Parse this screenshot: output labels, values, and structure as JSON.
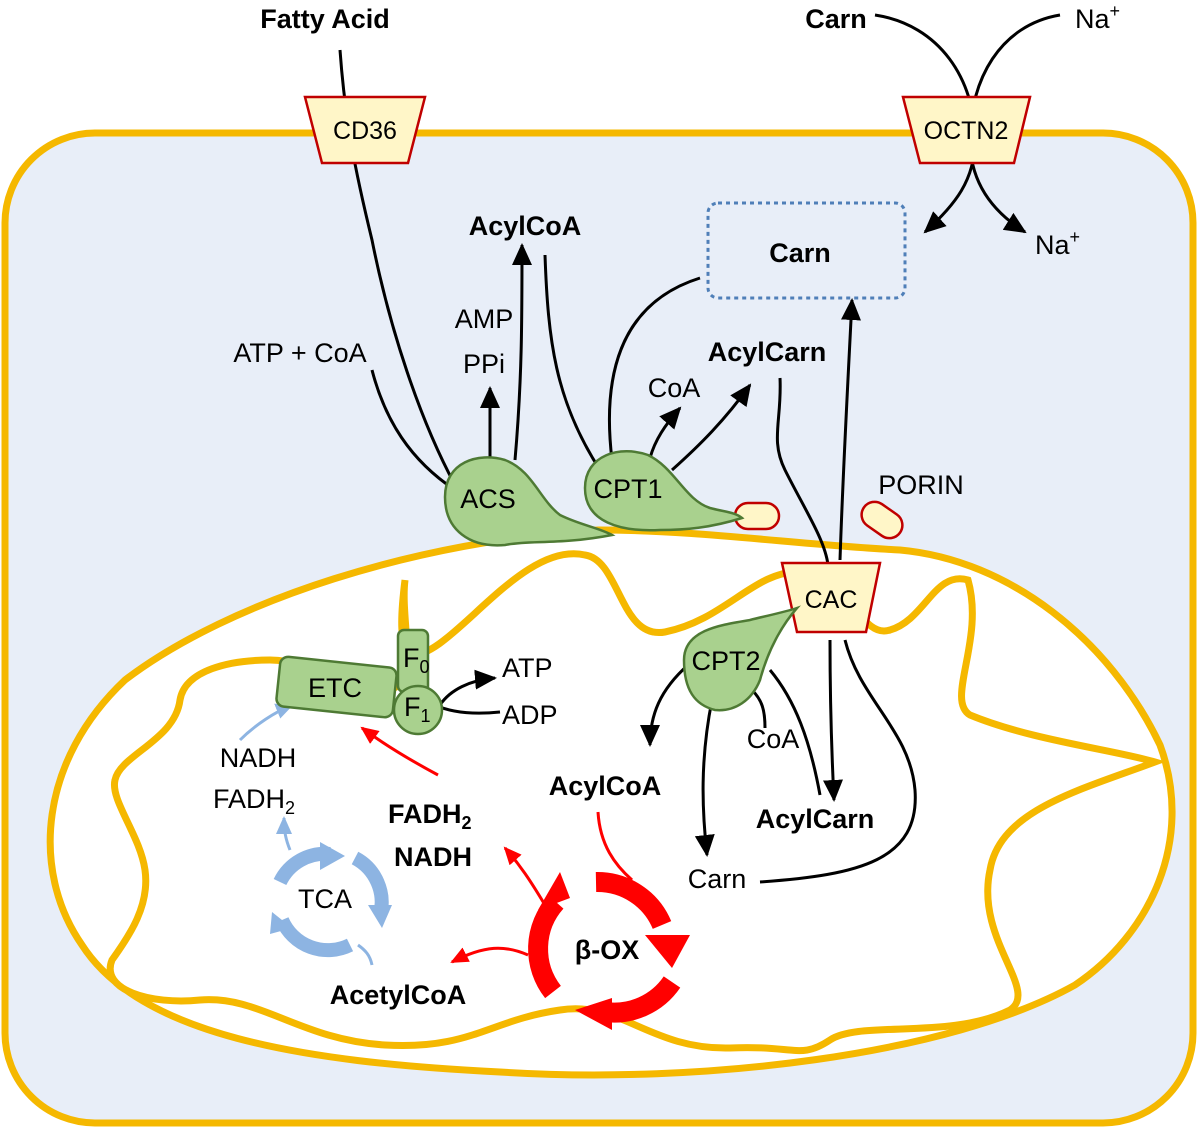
{
  "colors": {
    "membrane": "#F5B800",
    "cytosol": "#E8EEF8",
    "matrix": "#FFFFFF",
    "enzyme_fill": "#A9D18E",
    "enzyme_stroke": "#4E7A34",
    "transporter_fill": "#FFF6C8",
    "transporter_stroke": "#C00000",
    "porin_fill": "#FFF6C8",
    "porin_stroke": "#C00000",
    "pathway_lines": "#000000",
    "beta_ox": "#FF0000",
    "tca": "#8DB4E2",
    "carn_pool_border": "#4F7FB8"
  },
  "extracellular": {
    "fatty_acid": "Fatty Acid",
    "carn": "Carn",
    "sodium_in": "Na",
    "sodium_charge": "+"
  },
  "transporters": {
    "cd36": "CD36",
    "octn2": "OCTN2",
    "cac": "CAC"
  },
  "cytosol": {
    "acylcoa": "AcylCoA",
    "carn_pool": "Carn",
    "amp": "AMP",
    "ppi": "PPi",
    "atp_coa": "ATP + CoA",
    "acylcarn": "AcylCarn",
    "coa": "CoA",
    "sodium_out": "Na",
    "sodium_charge": "+",
    "porin": "PORIN"
  },
  "enzymes": {
    "acs": "ACS",
    "cpt1": "CPT1",
    "cpt2": "CPT2",
    "etc": "ETC",
    "f0_base": "F",
    "f0_sub": "0",
    "f1_base": "F",
    "f1_sub": "1"
  },
  "matrix": {
    "atp": "ATP",
    "adp": "ADP",
    "nadh": "NADH",
    "fadh2_base": "FADH",
    "fadh2_sub": "2",
    "red_fadh2_base": "FADH",
    "red_fadh2_sub": "2",
    "red_nadh": "NADH",
    "acylcoa": "AcylCoA",
    "coa": "CoA",
    "acylcarn": "AcylCarn",
    "carn": "Carn",
    "acetylcoa": "AcetylCoA",
    "tca": "TCA",
    "beta_ox": "β-OX"
  }
}
